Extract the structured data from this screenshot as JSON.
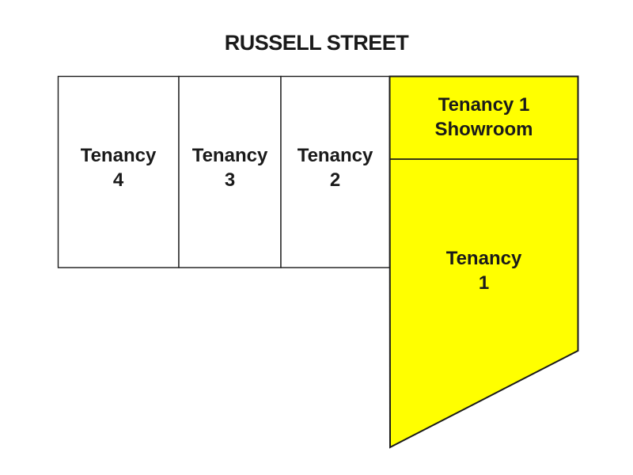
{
  "street": "RUSSELL STREET",
  "colors": {
    "highlight": "#FFFF00",
    "line": "#1A1A1A",
    "ink": "#1A1A1A",
    "background": "#FFFFFF"
  },
  "units": [
    {
      "name": "Tenancy 4",
      "lines": [
        "Tenancy",
        "4"
      ],
      "highlighted": false
    },
    {
      "name": "Tenancy 3",
      "lines": [
        "Tenancy",
        "3"
      ],
      "highlighted": false
    },
    {
      "name": "Tenancy 2",
      "lines": [
        "Tenancy",
        "2"
      ],
      "highlighted": false
    },
    {
      "name": "Tenancy 1 Showroom",
      "lines": [
        "Tenancy 1",
        "Showroom"
      ],
      "highlighted": true
    },
    {
      "name": "Tenancy 1",
      "lines": [
        "Tenancy",
        "1"
      ],
      "highlighted": true
    }
  ]
}
